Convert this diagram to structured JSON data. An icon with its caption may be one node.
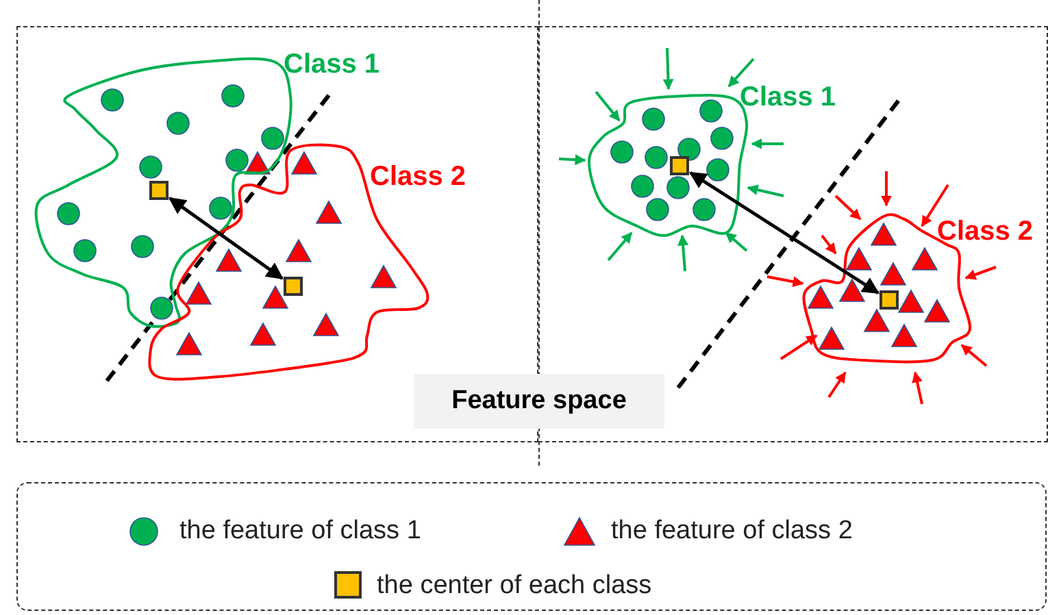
{
  "diagram": {
    "nodes": [
      {
        "text": [
          "Class 1"
        ]
      },
      {
        "text": [
          "Class 2"
        ]
      },
      {
        "text": [],
        "shape": "box",
        "in": 0
      },
      {
        "text": [],
        "shape": "box",
        "in": 1
      },
      {
        "text": [
          "Class 1"
        ]
      },
      {
        "text": [
          "Class 2"
        ]
      },
      {
        "text": [],
        "shape": "box",
        "in": 4
      },
      {
        "text": [],
        "shape": "box",
        "in": 5
      }
    ],
    "edges": [
      {
        "from": 2,
        "to": 3,
        "arrow": "both"
      },
      {
        "from": 6,
        "to": 7,
        "arrow": "both"
      }
    ],
    "labels": [
      "Feature space"
    ],
    "legend": [
      {
        "text": "the feature of class 1",
        "color": "#00b050"
      },
      {
        "text": "the feature of class 2",
        "color": "#ff0000"
      },
      {
        "text": "the center of each class",
        "color": "#ffc000"
      }
    ]
  }
}
